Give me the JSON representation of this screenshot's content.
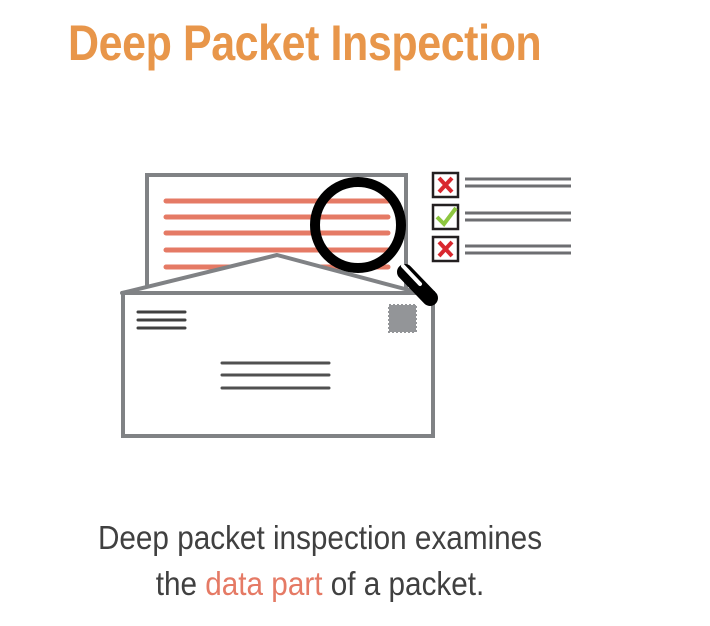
{
  "title": "Deep Packet Inspection",
  "caption": {
    "line1": "Deep packet inspection examines",
    "line2_pre": "the ",
    "line2_highlight": "data part",
    "line2_post": " of a packet."
  },
  "checklist": [
    "rejected",
    "accepted",
    "rejected"
  ],
  "colors": {
    "title": "#E8964A",
    "highlight": "#E57A65",
    "text": "#404040",
    "outline": "#808285",
    "check": "#8DC63F",
    "cross": "#D9272E"
  }
}
